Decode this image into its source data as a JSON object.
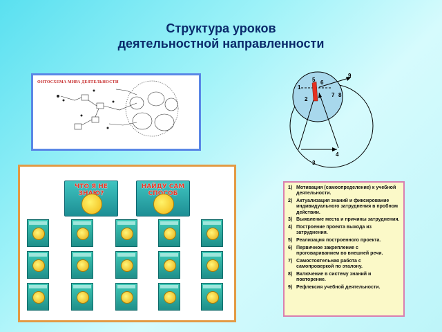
{
  "title": {
    "line1": "Структура уроков",
    "line2": "деятельностной направленности"
  },
  "schema": {
    "caption": "ОНТОСХЕМА МИРА ДЕЯТЕЛЬНОСТИ"
  },
  "diagram": {
    "labels": [
      "1",
      "2",
      "3",
      "4",
      "5",
      "6",
      "7",
      "8",
      "9"
    ],
    "colors": {
      "circle_fill": "#a8d8ec",
      "stroke": "#000000",
      "marker": "#e53020"
    }
  },
  "cards": {
    "book1_label": "ЧТО Я НЕ ЗНАЮ?",
    "book2_label": "НАЙДУ САМ СПОСОБ",
    "icon_names": [
      "lemon-face-icon"
    ]
  },
  "steps": [
    {
      "num": "1)",
      "text": "Мотивация (самоопределение) к учебной деятельности."
    },
    {
      "num": "2)",
      "text": "Актуализация знаний и фиксирование индивидуального затруднения в пробном действии."
    },
    {
      "num": "3)",
      "text": "Выявление места и причины затруднения."
    },
    {
      "num": "4)",
      "text": "Построение проекта выхода из затруднения."
    },
    {
      "num": "5)",
      "text": "Реализация построенного проекта."
    },
    {
      "num": "6)",
      "text": "Первичное закрепление с проговариванием во внешней речи."
    },
    {
      "num": "7)",
      "text": "Самостоятельная работа с самопроверкой по эталону."
    },
    {
      "num": "8)",
      "text": "Включение в систему знаний и повторение."
    },
    {
      "num": "9)",
      "text": "Рефлексия учебной деятельности."
    }
  ],
  "colors": {
    "title": "#0a2a6b",
    "schema_border": "#5a87e6",
    "cards_border": "#e39a44",
    "steps_border": "#d97fb0",
    "steps_bg": "#fbf9c8"
  }
}
